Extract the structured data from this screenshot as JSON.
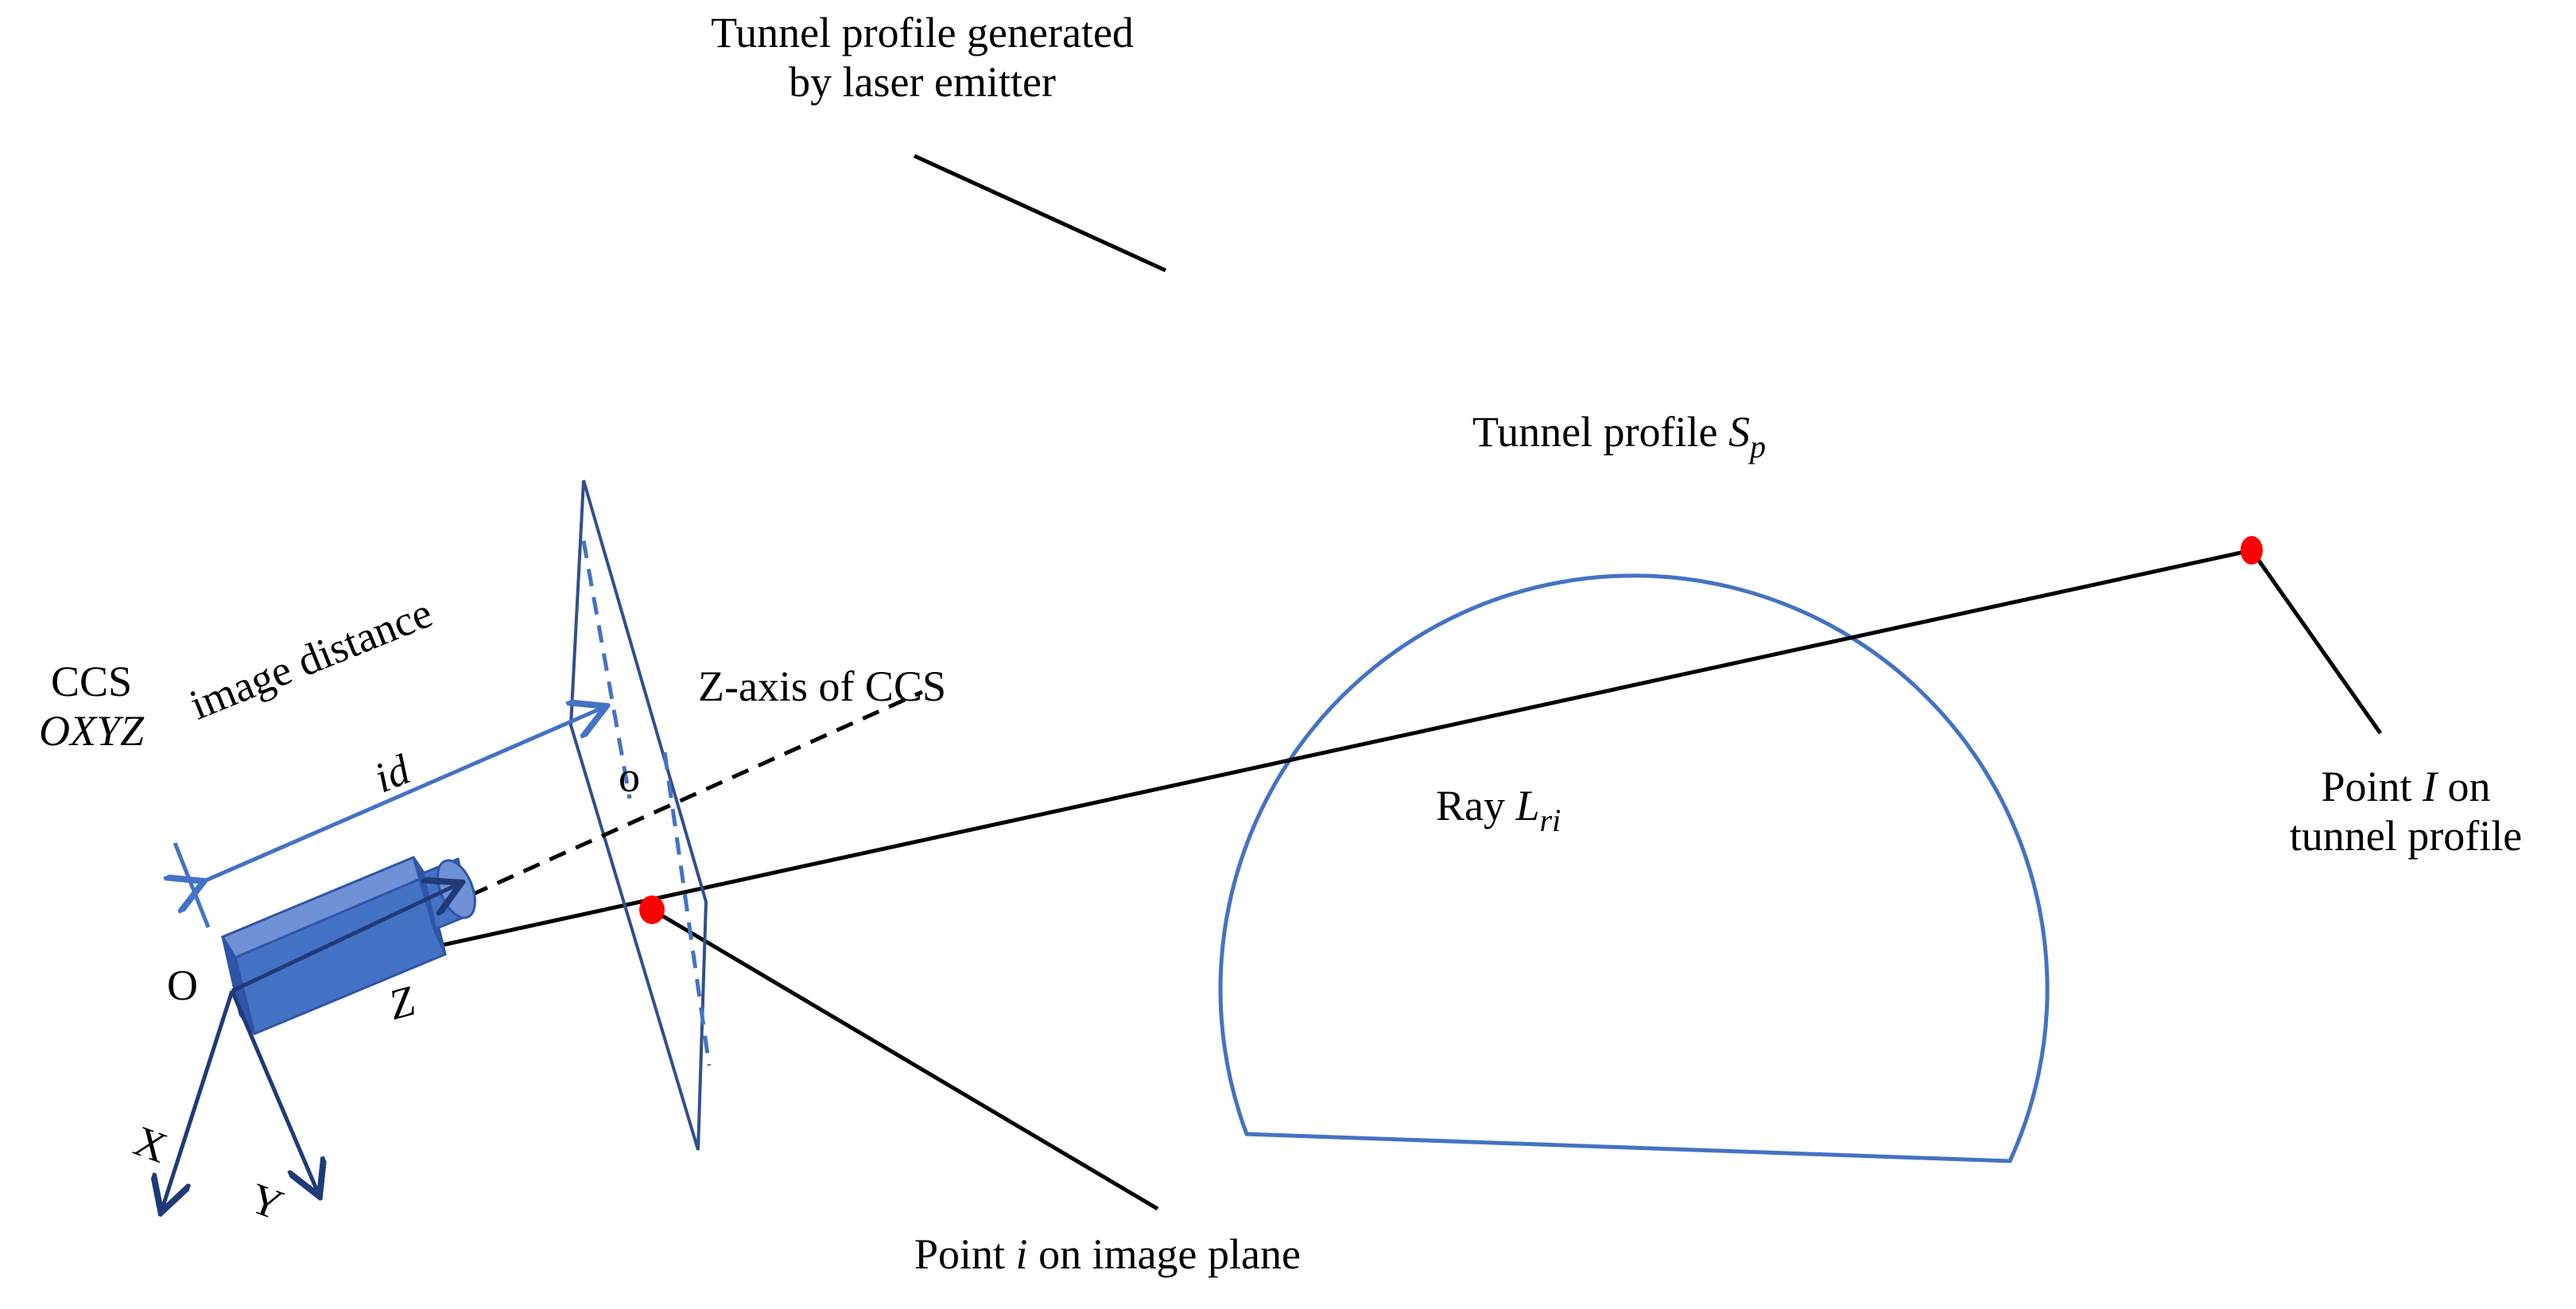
{
  "labels": {
    "tunnel_generated_1": "Tunnel profile generated",
    "tunnel_generated_2": "by laser emitter",
    "tunnel_profile_text": "Tunnel profile",
    "tunnel_profile_sym": "S",
    "tunnel_profile_sub": "p",
    "ray_text": "Ray",
    "ray_sym": "L",
    "ray_sub": "ri",
    "point_I_1a": "Point",
    "point_I_sym": "I",
    "point_I_1b": "on",
    "point_I_2": "tunnel profile",
    "point_i_a": "Point",
    "point_i_sym": "i",
    "point_i_b": "on image plane",
    "ccs_1": "CCS",
    "ccs_2": "OXYZ",
    "image_distance": "image distance",
    "id_sym": "id",
    "z_axis": "Z-axis of CCS",
    "o_small": "o",
    "origin": "O",
    "axis_x": "X",
    "axis_y": "Y",
    "axis_z": "Z"
  },
  "colors": {
    "profile": "#4472c4",
    "camera_dark": "#2f55a8",
    "camera_mid": "#4472c4",
    "camera_light": "#6f92d6",
    "plane": "#2f4f8f",
    "plane_dash": "#4472c4",
    "axes": "#1f3a78",
    "point": "#ff0000",
    "line": "#000000"
  }
}
